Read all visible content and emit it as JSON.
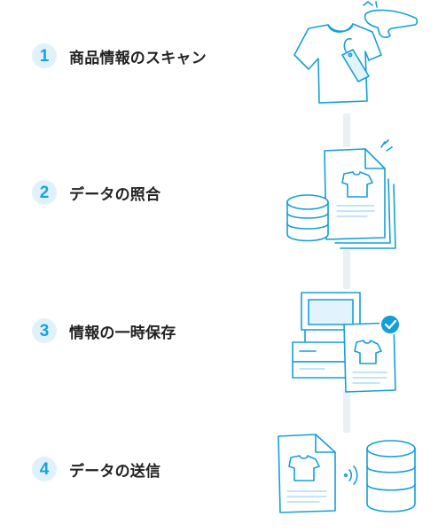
{
  "steps": [
    {
      "number": "1",
      "label": "商品情報のスキャン",
      "icon": "scan-shirt-tag-icon"
    },
    {
      "number": "2",
      "label": "データの照合",
      "icon": "database-documents-icon"
    },
    {
      "number": "3",
      "label": "情報の一時保存",
      "icon": "pos-register-check-icon"
    },
    {
      "number": "4",
      "label": "データの送信",
      "icon": "document-send-database-icon"
    }
  ],
  "colors": {
    "accent": "#149fd9",
    "badge_bg": "#e1f1fa",
    "connector": "#e9f1f6",
    "text": "#222222"
  }
}
